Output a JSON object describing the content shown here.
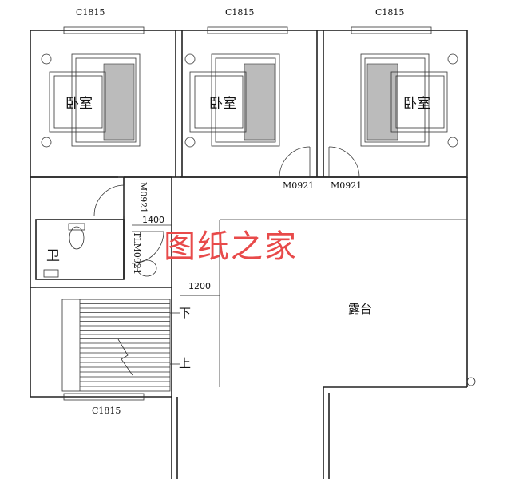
{
  "windows": {
    "top_left": "C1815",
    "top_middle": "C1815",
    "top_right": "C1815",
    "bottom": "C1815"
  },
  "rooms": {
    "bedroom_left": "卧室",
    "bedroom_middle": "卧室",
    "bedroom_right": "卧室",
    "bathroom": "卫",
    "terrace": "露台"
  },
  "doors": {
    "middle": "M0921",
    "right": "M0921",
    "stair_side": "M0921",
    "toilet": "TLM0921"
  },
  "dimensions": {
    "upper": "1400",
    "lower": "1200"
  },
  "stair": {
    "down": "下",
    "up": "上"
  },
  "watermark": "图纸之家"
}
